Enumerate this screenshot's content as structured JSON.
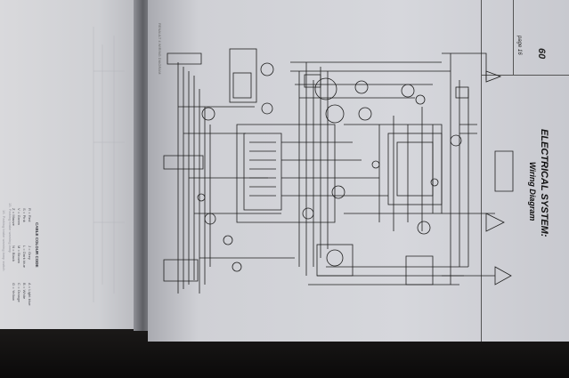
{
  "left_page": {
    "faded_lines": [
      "15. Parking brake warning lamp",
      "16. Parking brake warning lamp switch"
    ],
    "cable_colour_code": {
      "title": "CABLE COLOUR CODE",
      "entries": [
        "A = Light blue",
        "B = White",
        "C = Orange",
        "G = Yellow",
        "J = Grey",
        "L = Dark blue",
        "M = Brown",
        "N = Black",
        "R = Red",
        "S = Pink",
        "V = Green",
        "Z = Mauve"
      ]
    }
  },
  "right_page": {
    "page_label": "page 16",
    "page_number": "60",
    "title": "ELECTRICAL SYSTEM:",
    "subtitle": "Wiring Diagram",
    "top_caption": "RENAULT 4 WIRING DIAGRAM"
  },
  "colors": {
    "paper": "#d6d7dc",
    "ink": "#1a1a1a",
    "background": "#141414"
  }
}
